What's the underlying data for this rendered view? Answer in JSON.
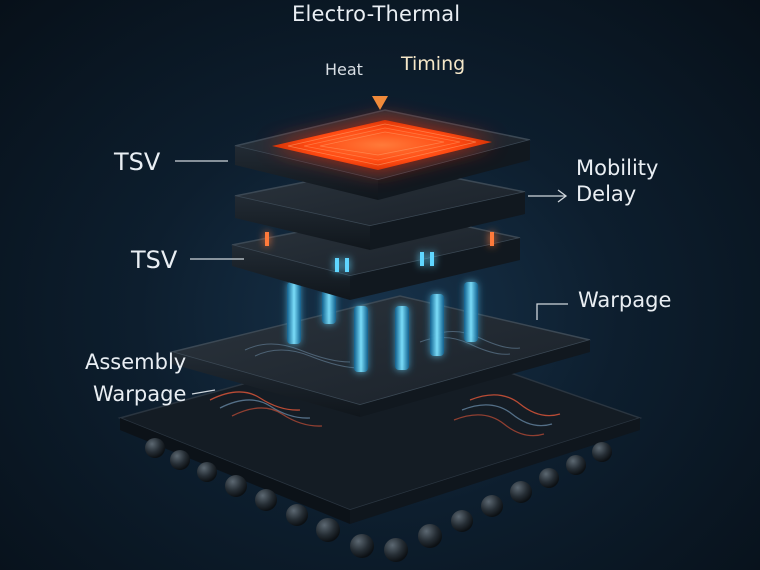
{
  "labels": {
    "title": "Electro-Thermal",
    "heat": "Heat",
    "timing": "Timing",
    "tsv_top": "TSV",
    "mobility": "Mobility",
    "delay": "Delay",
    "tsv_mid": "TSV",
    "warpage": "Warpage",
    "assembly": "Assembly",
    "assembly_warpage": "Warpage"
  },
  "colors": {
    "heat_core": "#ff5a1f",
    "heat_glow": "#ff2a00",
    "arrow": "#f08a3a",
    "tsv_glow": "#3fc7ff",
    "layer_fill": "#1c2630",
    "label_text": "#e9eef3"
  },
  "icons": {
    "heat_arrow": "arrow-down-icon",
    "delay_arrow": "arrow-right-icon"
  }
}
